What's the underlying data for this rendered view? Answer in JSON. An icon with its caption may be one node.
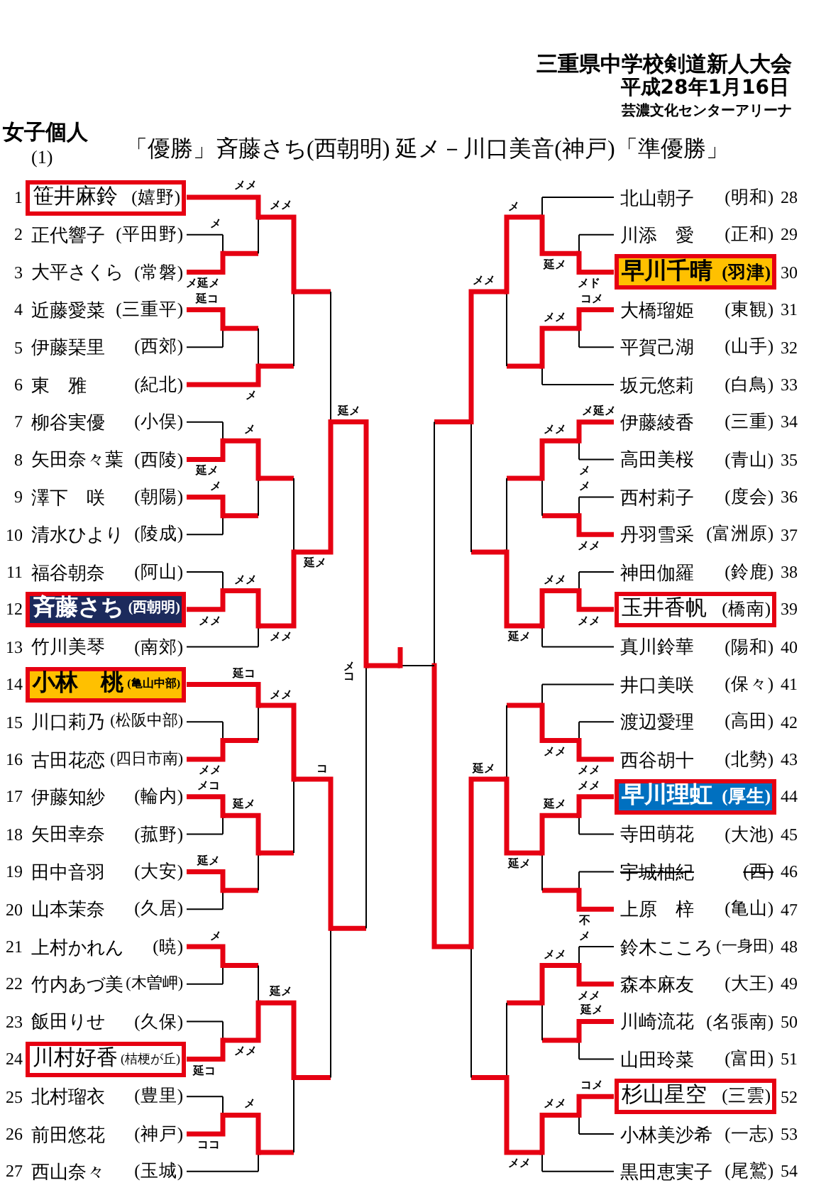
{
  "diagram": {
    "title": "三重県中学校剣道新人大会",
    "nodes": [
      {
        "text": [
          "笹井麻鈴",
          "(嬉野)"
        ],
        "beside": [
          "1"
        ]
      },
      {
        "text": [
          "正代響子",
          "(平田野)"
        ],
        "beside": [
          "2"
        ]
      },
      {
        "text": [
          "大平さくら",
          "(常磐)"
        ],
        "beside": [
          "3"
        ]
      },
      {
        "text": [
          "近藤愛菜",
          "(三重平)"
        ],
        "beside": [
          "4"
        ]
      },
      {
        "text": [
          "伊藤琹里",
          "(西郊)"
        ],
        "beside": [
          "5"
        ]
      },
      {
        "text": [
          "東　雅",
          "(紀北)"
        ],
        "beside": [
          "6"
        ]
      },
      {
        "text": [
          "柳谷実優",
          "(小俣)"
        ],
        "beside": [
          "7"
        ]
      },
      {
        "text": [
          "矢田奈々葉",
          "(西陵)"
        ],
        "beside": [
          "8"
        ]
      },
      {
        "text": [
          "澤下　咲",
          "(朝陽)"
        ],
        "beside": [
          "9"
        ]
      },
      {
        "text": [
          "清水ひより",
          "(陵成)"
        ],
        "beside": [
          "10"
        ]
      },
      {
        "text": [
          "福谷朝奈",
          "(阿山)"
        ],
        "beside": [
          "11"
        ]
      },
      {
        "text": [
          "斉藤さち",
          "(西朝明)"
        ],
        "beside": [
          "12"
        ]
      },
      {
        "text": [
          "竹川美琴",
          "(南郊)"
        ],
        "beside": [
          "13"
        ]
      },
      {
        "text": [
          "小林　桃",
          "(亀山中部)"
        ],
        "beside": [
          "14"
        ]
      },
      {
        "text": [
          "川口莉乃",
          "(松阪中部)"
        ],
        "beside": [
          "15"
        ]
      },
      {
        "text": [
          "古田花恋",
          "(四日市南)"
        ],
        "beside": [
          "16"
        ]
      },
      {
        "text": [
          "伊藤知紗",
          "(輪内)"
        ],
        "beside": [
          "17"
        ]
      },
      {
        "text": [
          "矢田幸奈",
          "(菰野)"
        ],
        "beside": [
          "18"
        ]
      },
      {
        "text": [
          "田中音羽",
          "(大安)"
        ],
        "beside": [
          "19"
        ]
      },
      {
        "text": [
          "山本茉奈",
          "(久居)"
        ],
        "beside": [
          "20"
        ]
      },
      {
        "text": [
          "上村かれん",
          "(暁)"
        ],
        "beside": [
          "21"
        ]
      },
      {
        "text": [
          "竹内あづ美",
          "(木曽岬)"
        ],
        "beside": [
          "22"
        ]
      },
      {
        "text": [
          "飯田りせ",
          "(久保)"
        ],
        "beside": [
          "23"
        ]
      },
      {
        "text": [
          "川村好香",
          "(桔梗が丘)"
        ],
        "beside": [
          "24"
        ]
      },
      {
        "text": [
          "北村瑠衣",
          "(豊里)"
        ],
        "beside": [
          "25"
        ]
      },
      {
        "text": [
          "前田悠花",
          "(神戸)"
        ],
        "beside": [
          "26"
        ]
      },
      {
        "text": [
          "西山奈々",
          "(玉城)"
        ],
        "beside": [
          "27"
        ]
      },
      {
        "text": [
          "北山朝子",
          "(明和)"
        ],
        "beside": [
          "28"
        ]
      },
      {
        "text": [
          "川添　愛",
          "(正和)"
        ],
        "beside": [
          "29"
        ]
      },
      {
        "text": [
          "早川千晴",
          "(羽津)"
        ],
        "beside": [
          "30"
        ]
      },
      {
        "text": [
          "大橋瑠姫",
          "(東観)"
        ],
        "beside": [
          "31"
        ]
      },
      {
        "text": [
          "平賀己湖",
          "(山手)"
        ],
        "beside": [
          "32"
        ]
      },
      {
        "text": [
          "坂元悠莉",
          "(白鳥)"
        ],
        "beside": [
          "33"
        ]
      },
      {
        "text": [
          "伊藤綾香",
          "(三重)"
        ],
        "beside": [
          "34"
        ]
      },
      {
        "text": [
          "高田美桜",
          "(青山)"
        ],
        "beside": [
          "35"
        ]
      },
      {
        "text": [
          "西村莉子",
          "(度会)"
        ],
        "beside": [
          "36"
        ]
      },
      {
        "text": [
          "丹羽雪采",
          "(富洲原)"
        ],
        "beside": [
          "37"
        ]
      },
      {
        "text": [
          "神田伽羅",
          "(鈴鹿)"
        ],
        "beside": [
          "38"
        ]
      },
      {
        "text": [
          "玉井香帆",
          "(橋南)"
        ],
        "beside": [
          "39"
        ]
      },
      {
        "text": [
          "真川鈴華",
          "(陽和)"
        ],
        "beside": [
          "40"
        ]
      },
      {
        "text": [
          "井口美咲",
          "(保々)"
        ],
        "beside": [
          "41"
        ]
      },
      {
        "text": [
          "渡辺愛理",
          "(高田)"
        ],
        "beside": [
          "42"
        ]
      },
      {
        "text": [
          "西谷胡十",
          "(北勢)"
        ],
        "beside": [
          "43"
        ]
      },
      {
        "text": [
          "早川理虹",
          "(厚生)"
        ],
        "beside": [
          "44"
        ]
      },
      {
        "text": [
          "寺田萌花",
          "(大池)"
        ],
        "beside": [
          "45"
        ]
      },
      {
        "text": [
          "宇城柚紀",
          "(西)"
        ],
        "beside": [
          "46"
        ]
      },
      {
        "text": [
          "上原　梓",
          "(亀山)"
        ],
        "beside": [
          "47"
        ]
      },
      {
        "text": [
          "鈴木こころ",
          "(一身田)"
        ],
        "beside": [
          "48"
        ]
      },
      {
        "text": [
          "森本麻友",
          "(大王)"
        ],
        "beside": [
          "49"
        ]
      },
      {
        "text": [
          "川崎流花",
          "(名張南)"
        ],
        "beside": [
          "50"
        ]
      },
      {
        "text": [
          "山田玲菜",
          "(富田)"
        ],
        "beside": [
          "51"
        ]
      },
      {
        "text": [
          "杉山星空",
          "(三雲)"
        ],
        "beside": [
          "52"
        ]
      },
      {
        "text": [
          "小林美沙希",
          "(一志)"
        ],
        "beside": [
          "53"
        ]
      },
      {
        "text": [
          "黒田恵実子",
          "(尾鷲)"
        ],
        "beside": [
          "54"
        ]
      }
    ],
    "labels": [
      "平成28年1月16日",
      "芸濃文化センターアリーナ",
      "女子個人",
      "(1)",
      "「優勝」斉藤さち(西朝明) 延メ－川口美音(神戸)「準優勝」",
      "メメ",
      "メメ",
      "メ",
      "メ延メ",
      "延コ",
      "メ",
      "延メ",
      "メ",
      "延メ",
      "メ",
      "延メ",
      "メメ",
      "メメ",
      "メメ",
      "メコ",
      "延コ",
      "メメ",
      "メメ",
      "コ",
      "メコ",
      "延メ",
      "延メ",
      "メ",
      "延メ",
      "メメ",
      "延コ",
      "メ",
      "ココ",
      "メ",
      "延メ",
      "メメ",
      "メド",
      "コメ",
      "メメ",
      "メ延メ",
      "メメ",
      "メ",
      "メ",
      "メメ",
      "メメ",
      "メメ",
      "延メ",
      "メメ",
      "延メ",
      "メメ",
      "メメ",
      "延メ",
      "延メ",
      "不",
      "メ",
      "メメ",
      "メメ",
      "延メ",
      "コメ",
      "メメ",
      "メメ"
    ]
  }
}
